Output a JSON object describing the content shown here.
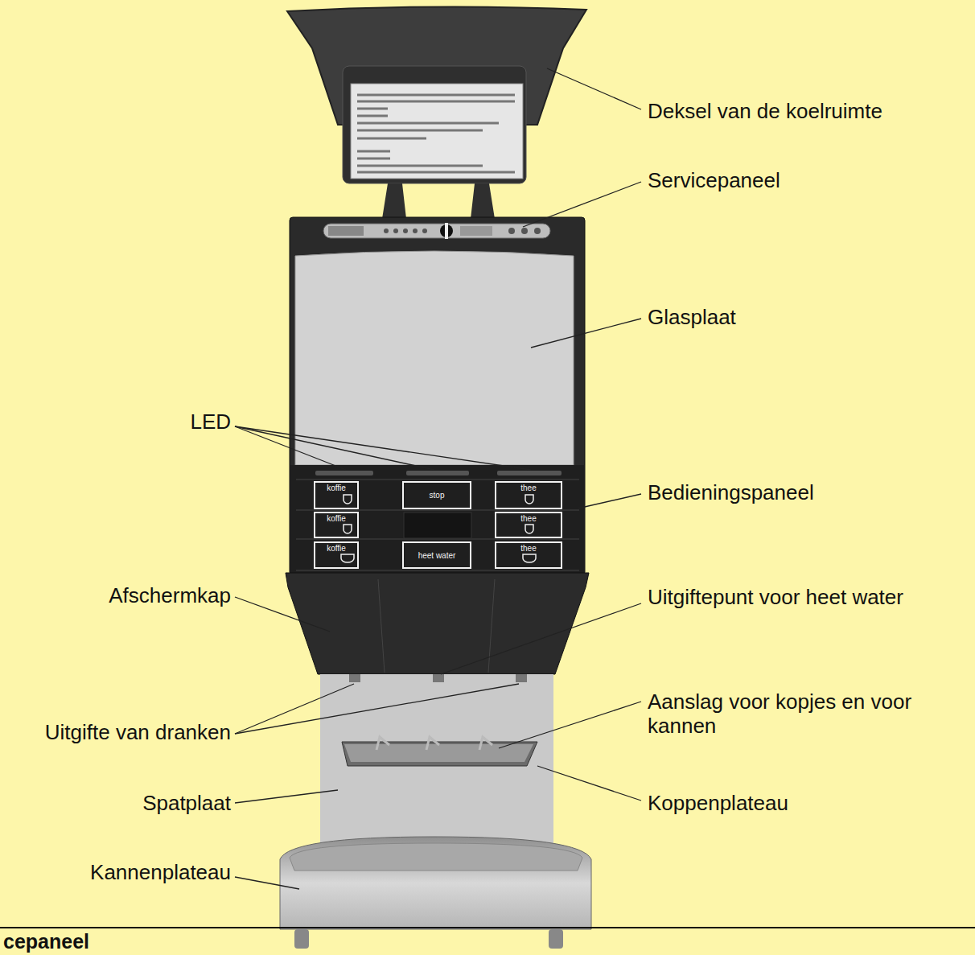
{
  "diagram": {
    "nodes": [
      {
        "text": [
          "koffie"
        ]
      },
      {
        "text": [
          "stop"
        ]
      },
      {
        "text": [
          "thee"
        ]
      },
      {
        "text": [
          "koffie"
        ]
      },
      {
        "text": [
          "thee"
        ]
      },
      {
        "text": [
          "koffie"
        ]
      },
      {
        "text": [
          "heet water"
        ]
      },
      {
        "text": [
          "thee"
        ]
      }
    ],
    "labels": [
      "Deksel van de koelruimte",
      "Servicepaneel",
      "Glasplaat",
      "LED",
      "Bedieningspaneel",
      "Afschermkap",
      "Uitgiftepunt voor heet water",
      "Uitgifte van dranken",
      "Aanslag voor kopjes en voor kannen",
      "Spatplaat",
      "Koppenplateau",
      "Kannenplateau",
      "cepaneel"
    ]
  }
}
